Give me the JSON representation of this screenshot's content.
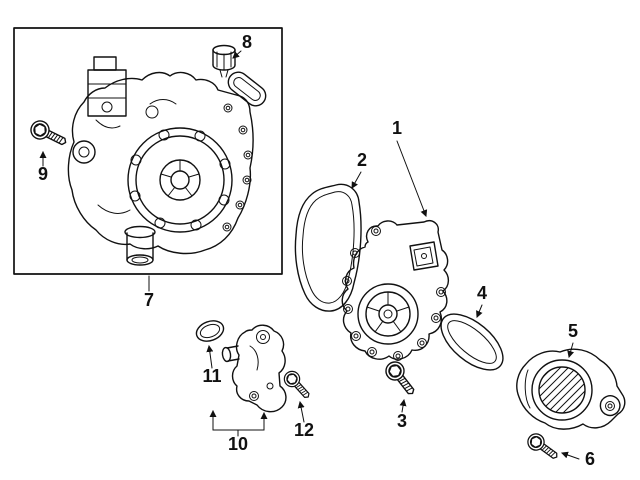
{
  "diagram": {
    "kind": "exploded-parts-diagram",
    "background_color": "#ffffff",
    "line_color": "#111111"
  },
  "parts": [
    {
      "number": "1",
      "name": "water-pump"
    },
    {
      "number": "2",
      "name": "pump-gasket"
    },
    {
      "number": "3",
      "name": "pump-mounting-bolt"
    },
    {
      "number": "4",
      "name": "seal-ring"
    },
    {
      "number": "5",
      "name": "housing-cover"
    },
    {
      "number": "6",
      "name": "cover-bolt"
    },
    {
      "number": "7",
      "name": "pump-assembly"
    },
    {
      "number": "8",
      "name": "cap-with-gasket"
    },
    {
      "number": "9",
      "name": "assembly-bolt"
    },
    {
      "number": "10",
      "name": "connector-housing"
    },
    {
      "number": "11",
      "name": "o-ring"
    },
    {
      "number": "12",
      "name": "housing-bolt"
    }
  ]
}
